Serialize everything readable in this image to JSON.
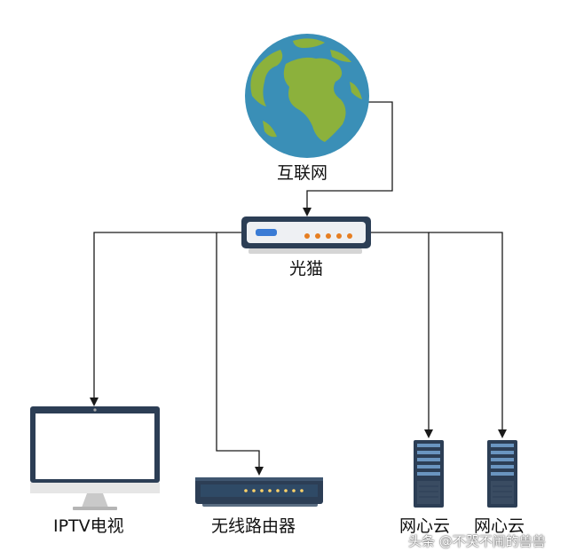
{
  "nodes": {
    "internet": {
      "label": "互联网"
    },
    "modem": {
      "label": "光猫"
    },
    "iptv": {
      "label": "IPTV电视"
    },
    "router": {
      "label": "无线路由器"
    },
    "cloud1": {
      "label": "网心云"
    },
    "cloud2": {
      "label": "网心云"
    }
  },
  "watermark": "头条 @不哭不闹的兽兽",
  "colors": {
    "ocean": "#3a8fb7",
    "land": "#8cb13c",
    "line": "#1a1a1a",
    "device": "#2c3e55",
    "led_orange": "#e67e22",
    "led_blue": "#3a7bd5"
  },
  "icons": {
    "internet": "globe-icon",
    "modem": "modem-icon",
    "iptv": "monitor-icon",
    "router": "router-icon",
    "cloud1": "server-icon",
    "cloud2": "server-icon"
  }
}
